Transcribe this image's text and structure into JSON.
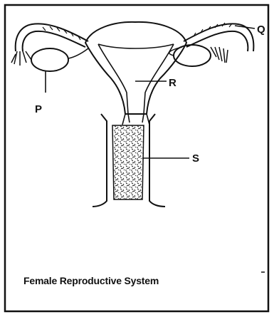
{
  "diagram": {
    "caption": "Female Reproductive System",
    "labels": {
      "p": "P",
      "q": "Q",
      "r": "R",
      "s": "S"
    }
  },
  "colors": {
    "ink": "#111111",
    "paper": "#ffffff"
  }
}
